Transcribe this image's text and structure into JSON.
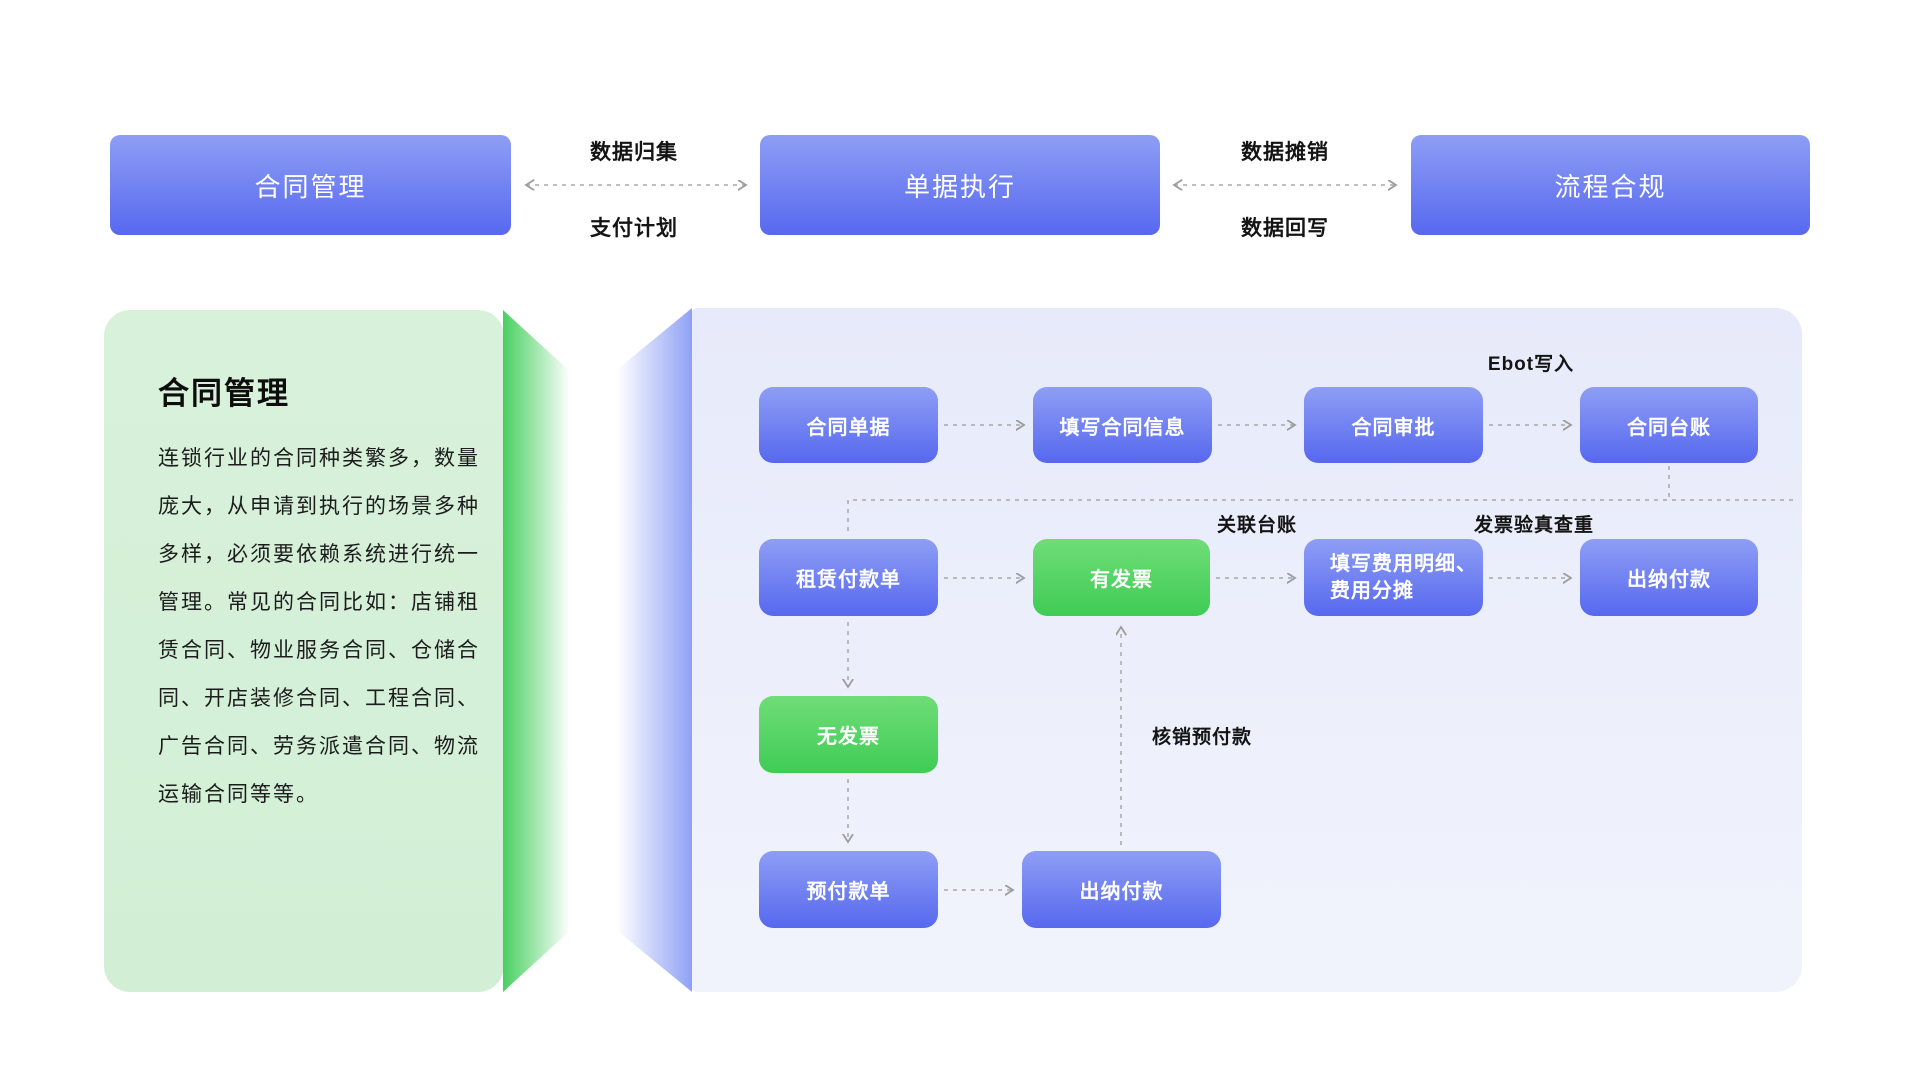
{
  "top_flow": {
    "nodes": [
      {
        "label": "合同管理"
      },
      {
        "label": "单据执行"
      },
      {
        "label": "流程合规"
      }
    ],
    "connectors": [
      {
        "label_top": "数据归集",
        "label_bottom": "支付计划"
      },
      {
        "label_top": "数据摊销",
        "label_bottom": "数据回写"
      }
    ]
  },
  "info_card": {
    "title": "合同管理",
    "body": "连锁行业的合同种类繁多，数量庞大，从申请到执行的场景多种多样，必须要依赖系统进行统一管理。常见的合同比如：店铺租赁合同、物业服务合同、仓储合同、开店装修合同、工程合同、广告合同、劳务派遣合同、物流运输合同等等。"
  },
  "flowchart": {
    "row1": [
      "合同单据",
      "填写合同信息",
      "合同审批",
      "合同台账"
    ],
    "row2": [
      "租赁付款单",
      "有发票",
      "填写费用明细、费用分摊",
      "出纳付款"
    ],
    "row3": [
      "无发票"
    ],
    "row4": [
      "预付款单",
      "出纳付款"
    ],
    "labels": {
      "ebot_write": "Ebot写入",
      "link_ledger": "关联台账",
      "invoice_verify": "发票验真查重",
      "writeoff_prepay": "核销预付款"
    }
  },
  "colors": {
    "node_blue_top": "#8E9EF5",
    "node_blue_bottom": "#5768EF",
    "node_green_top": "#6FDD77",
    "node_green_bottom": "#3FCC55",
    "panel_lavender": "#E7EAFA",
    "card_green": "#D8F1DA",
    "connector_gray": "#A8A8A8",
    "label_black": "#141414"
  }
}
